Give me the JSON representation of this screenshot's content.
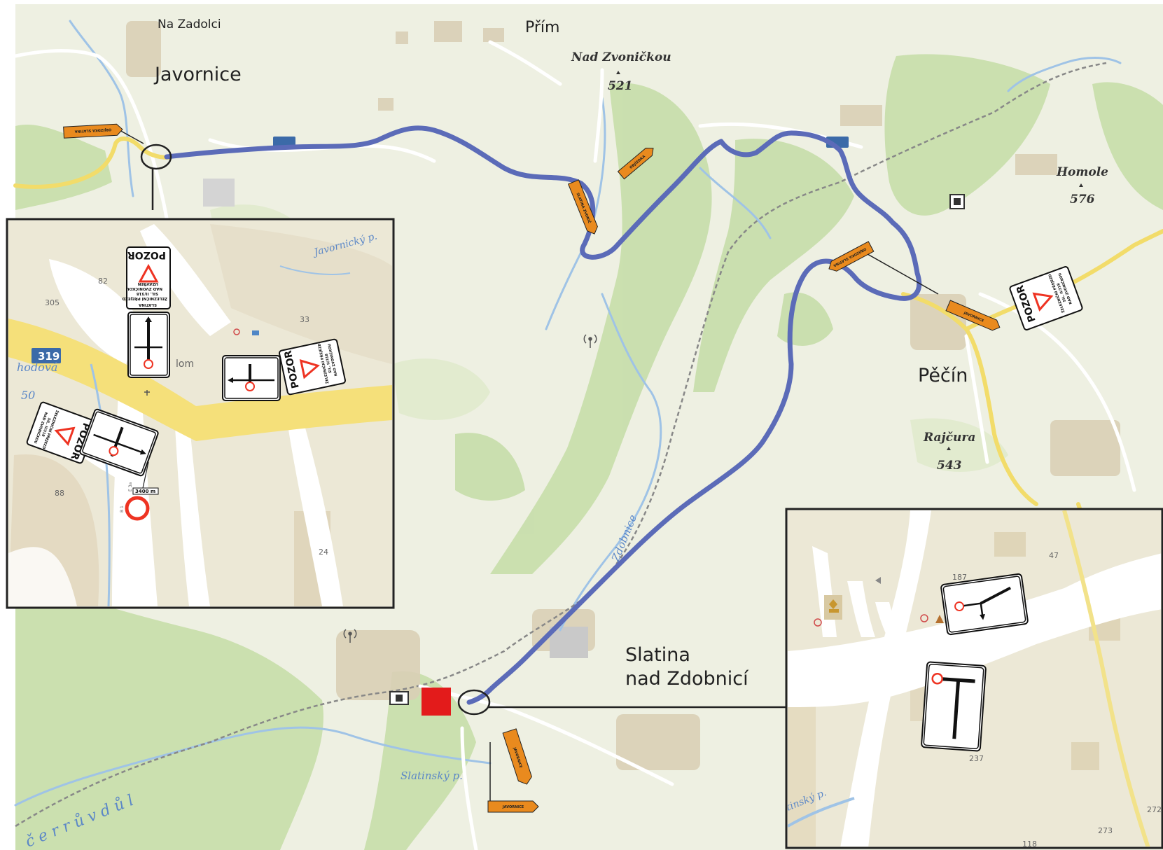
{
  "places": {
    "na_zadolci": "Na Zadolci",
    "prim": "Přím",
    "javornice": "Javornice",
    "pecin": "Pěčín",
    "slatina_1": "Slatina",
    "slatina_2": "nad Zdobnicí"
  },
  "peaks": {
    "nad_zvonickou": {
      "name": "Nad Zvoničkou",
      "elev": "521"
    },
    "homole": {
      "name": "Homole",
      "elev": "576"
    },
    "rajcura": {
      "name": "Rajčura",
      "elev": "543"
    }
  },
  "rivers": {
    "zdobnice": "Zdobnice",
    "slatinsky": "Slatinský p.",
    "slatinsky_inset": "tinský p.",
    "javornicky": "Javornický p.",
    "cerruv_dul": "č e r r ů v  d ů l"
  },
  "road_shield": "319",
  "inset_left": {
    "labels": [
      "305",
      "82",
      "33",
      "88",
      "24",
      "hodová",
      "50",
      "lom"
    ],
    "b1_label": "B 1",
    "dist": "3400 m",
    "e3a": "E 3a"
  },
  "inset_right": {
    "labels": [
      "47",
      "187",
      "237",
      "272",
      "273",
      "118"
    ]
  },
  "signs": {
    "pozor": "POZOR",
    "warning_lines": [
      "ŽELEZNIČNÍ PŘEJEZD",
      "SIL. II/318",
      "NAD ZVONIČKOU",
      "SLATINA",
      "UZAVŘEN"
    ]
  },
  "detour_arrows": {
    "a1": "OBJÍZDKA SLATINA",
    "a2": "OBJÍZDKA",
    "a3": "SLATINA ZVONIČ",
    "a4": "OBJÍZDKA SLATINA",
    "a5": "JAVORNICE",
    "a6": "JAVORNICE",
    "a7": "JAVORNICE"
  },
  "colors": {
    "route": "#5b6bb8",
    "arrow_fill": "#e98a1e",
    "road_yellow": "#f4e27a",
    "forest": "#c9dfae",
    "land": "#eef0e2",
    "closure_marker": "#e31b1b"
  }
}
